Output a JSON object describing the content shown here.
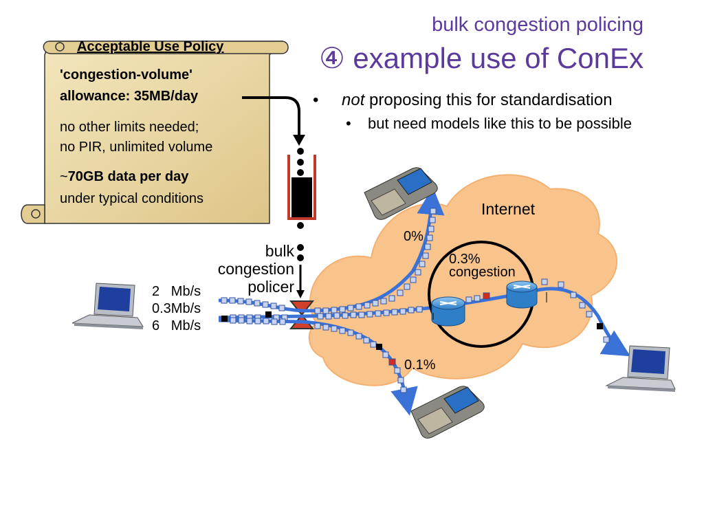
{
  "header": {
    "subtitle": "bulk congestion policing",
    "title": "④ example use of ConEx"
  },
  "bullets": {
    "b1_italic": "not",
    "b1_rest": " proposing this for standardisation",
    "b2": "but need models like this to be possible"
  },
  "policy": {
    "title": "Acceptable Use Policy",
    "allowance_line1": "'congestion-volume'",
    "allowance_line2": "allowance: 35MB/day",
    "nolimits_line1": "no other limits needed;",
    "nolimits_line2": "no PIR, unlimited volume",
    "volume_prefix": "~",
    "volume_bold": "70GB data per day",
    "volume_line2": "under typical conditions"
  },
  "policer": {
    "line1": "bulk",
    "line2": "congestion",
    "line3": "policer"
  },
  "rates": [
    "2   Mb/s",
    "0.3Mb/s",
    "6   Mb/s"
  ],
  "network": {
    "cloud_label": "Internet",
    "top_path_congestion": "0%",
    "router_congestion_pct": "0.3%",
    "router_congestion_word": "congestion",
    "bottom_path_congestion": "0.1%"
  },
  "colors": {
    "title": "#5a3a9a",
    "cloud": "#f9c38c",
    "parchment": "#eedcae",
    "flow": "#3a72d8",
    "packet": "#c6d4f1",
    "mark": "#d62a1c",
    "policer": "#d1402a"
  },
  "icons": [
    "laptop-icon",
    "mobile-phone-icon",
    "router-icon",
    "token-bucket-icon",
    "policer-valve-icon",
    "scroll-icon"
  ]
}
